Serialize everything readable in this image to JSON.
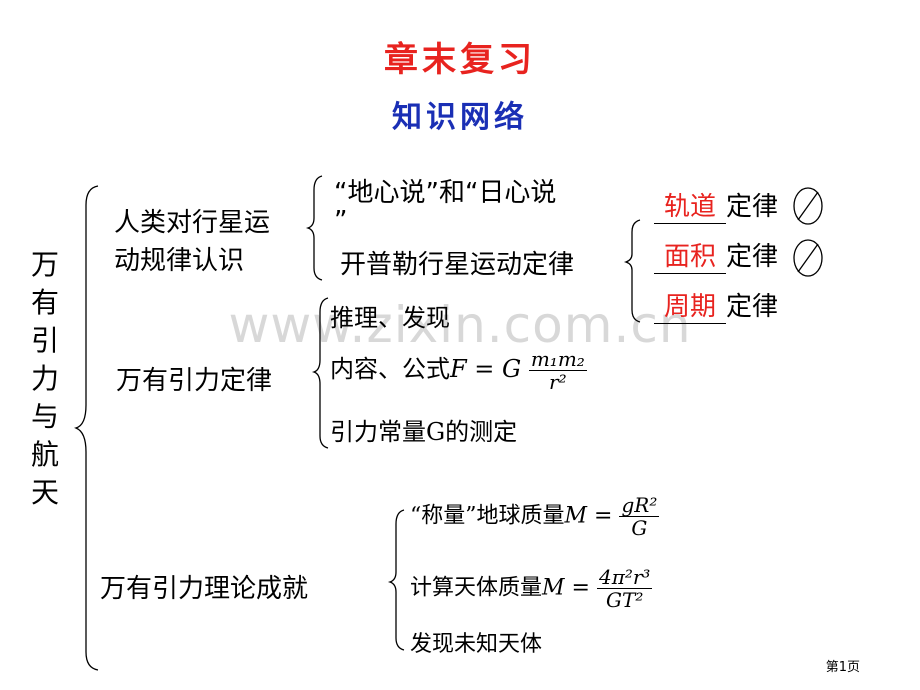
{
  "title": "章末复习",
  "subtitle": "知识网络",
  "root": "万有引力与航天",
  "root_chars": [
    "万",
    "有",
    "引",
    "力",
    "与",
    "航",
    "天"
  ],
  "branch1": {
    "label_line1": "人类对行星运",
    "label_line2": "动规律认识",
    "item1_line1": "“地心说”和“日心说",
    "item1_line2": "”",
    "item2": "开普勒行星运动定律",
    "laws": [
      {
        "answer": "轨道",
        "suffix": "定律"
      },
      {
        "answer": "面积",
        "suffix": "定律"
      },
      {
        "answer": "周期",
        "suffix": "定律"
      }
    ]
  },
  "branch2": {
    "label": "万有引力定律",
    "item1": "推理、发现",
    "item2_prefix": "内容、公式",
    "formula": {
      "lhs": "F = G",
      "num": "m₁m₂",
      "den": "r²"
    },
    "item3": "引力常量G的测定"
  },
  "branch3": {
    "label": "万有引力理论成就",
    "item1_prefix": "“称量”地球质量",
    "item1_formula": {
      "lhs": "M =",
      "num": "gR²",
      "den": "G"
    },
    "item2_prefix": "计算天体质量",
    "item2_formula": {
      "lhs": "M =",
      "num": "4π²r³",
      "den": "GT²"
    },
    "item3": "发现未知天体"
  },
  "watermark": "www.zixin.com.cn",
  "page_number": "第1页"
}
